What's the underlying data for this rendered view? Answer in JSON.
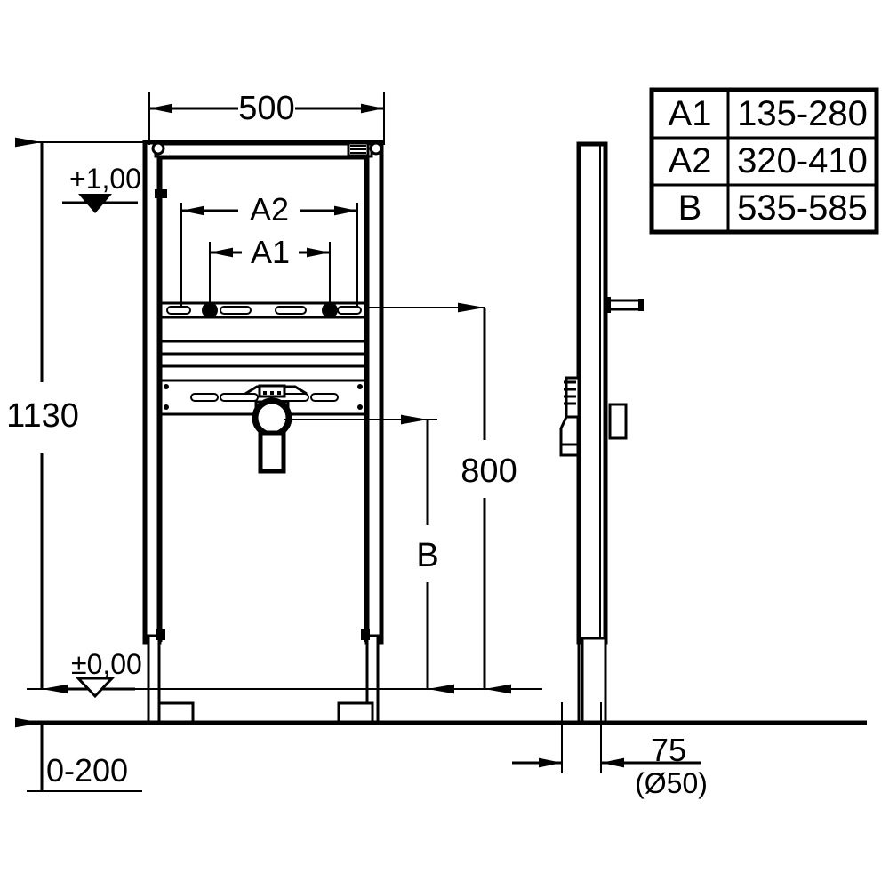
{
  "drawing": {
    "title": "Installation frame technical dimension drawing",
    "units": "mm",
    "line_color": "#000000",
    "background_color": "#ffffff"
  },
  "table": {
    "name": "dimension-variants-table",
    "rows": [
      {
        "label": "A1",
        "value": "135-280"
      },
      {
        "label": "A2",
        "value": "320-410"
      },
      {
        "label": "B",
        "value": "535-585"
      }
    ]
  },
  "dimensions": {
    "width_overall": "500",
    "height_overall": "1130",
    "height_outlet": "800",
    "mount_spacing_outer": "A2",
    "mount_spacing_inner": "A1",
    "bowl_height": "B",
    "depth_offset": "75",
    "pipe_diameter": "(Ø50)",
    "foot_adjust_range": "0-200"
  },
  "levels": {
    "upper_label": "+1,00",
    "datum_label": "±0,00"
  }
}
